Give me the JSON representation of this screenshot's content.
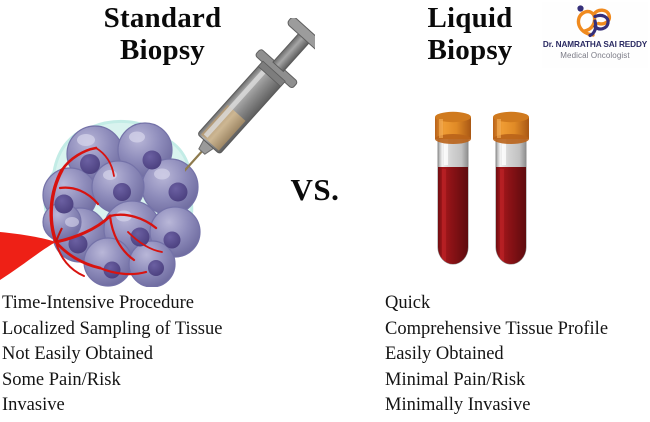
{
  "figure": {
    "type": "comparison-infographic",
    "background_color": "#ffffff",
    "vs_label": "VS."
  },
  "left_panel": {
    "heading_line1": "Standard",
    "heading_line2": "Biopsy",
    "illustration": "tumor-cell-cluster-with-syringe",
    "bullets": [
      "Time-Intensive Procedure",
      "Localized Sampling of Tissue",
      "Not Easily Obtained",
      "Some Pain/Risk",
      "Invasive"
    ]
  },
  "right_panel": {
    "heading_line1": "Liquid",
    "heading_line2": "Biopsy",
    "illustration": "two-blood-collection-tubes",
    "bullets": [
      "Quick",
      "Comprehensive Tissue Profile",
      "Easily Obtained",
      "Minimal Pain/Risk",
      "Minimally Invasive"
    ]
  },
  "logo": {
    "doctor_name": "Dr. NAMRATHA SAI REDDY",
    "specialty": "Medical Oncologist",
    "mark": "butterfly-ribbon-logo",
    "mark_color_primary": "#f08a1e",
    "mark_color_secondary": "#36307a"
  },
  "colors": {
    "text": "#141414",
    "heading": "#0a0a0a",
    "tumor_cell": "#8e8cbb",
    "tumor_cell_dark": "#6f6ca0",
    "tumor_nucleus": "#5b4f92",
    "tumor_membrane": "#d9f3ef",
    "vessel_red": "#e8241c",
    "vessel_dark_red": "#b01310",
    "blood": "#8b1216",
    "blood_highlight": "#a8181c",
    "tube_cap": "#e08a26",
    "tube_cap_dark": "#b9631a",
    "tube_glass": "#d8d8d8",
    "syringe_gray": "#8b8b8b",
    "syringe_liquid": "#c4ab86",
    "logo_name_color": "#2a2a62",
    "logo_role_color": "#7b7b86"
  }
}
